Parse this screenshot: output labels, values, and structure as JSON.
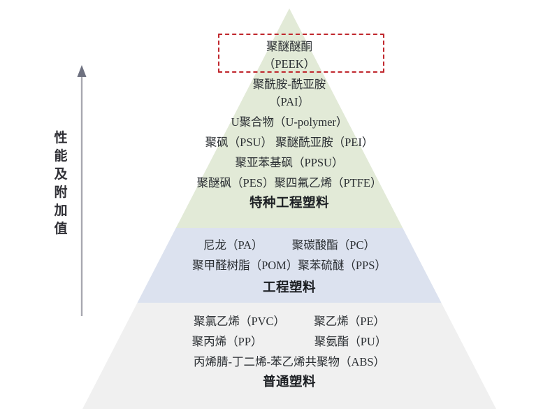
{
  "axis": {
    "label": "性能及附加值",
    "icon": "up-arrow-icon",
    "direction": "up"
  },
  "colors": {
    "specialty_tier": "#e2ead7",
    "engineering_tier": "#dce2ef",
    "commodity_tier": "#f0f0f0",
    "highlight_border": "#c0272d",
    "axis_line": "#a8a8b0",
    "text": "#2b2f33"
  },
  "highlight": {
    "target": "聚醚醚酮（PEEK）",
    "style": "red-dashed-rectangle"
  },
  "pyramid": {
    "tiers": [
      {
        "id": "specialty",
        "title": "特种工程塑料",
        "color": "#e2ead7",
        "rows": [
          "聚醚醚酮",
          "（PEEK）",
          "聚酰胺-酰亚胺",
          "（PAI）",
          "U聚合物（U-polymer）",
          "聚砜（PSU）  聚醚酰亚胺（PEI）",
          "聚亚苯基砜（PPSU）",
          "聚醚砜（PES）聚四氟乙烯（PTFE）"
        ]
      },
      {
        "id": "engineering",
        "title": "工程塑料",
        "color": "#dce2ef",
        "rows": [
          "尼龙（PA）　　　聚碳酸酯（PC）",
          "聚甲醛树脂（POM）聚苯硫醚（PPS）"
        ]
      },
      {
        "id": "commodity",
        "title": "普通塑料",
        "color": "#f0f0f0",
        "rows": [
          "聚氯乙烯（PVC）　　　聚乙烯（PE）",
          "聚丙烯（PP）　　　　　聚氨酯（PU）",
          "丙烯腈-丁二烯-苯乙烯共聚物（ABS）"
        ]
      }
    ]
  }
}
